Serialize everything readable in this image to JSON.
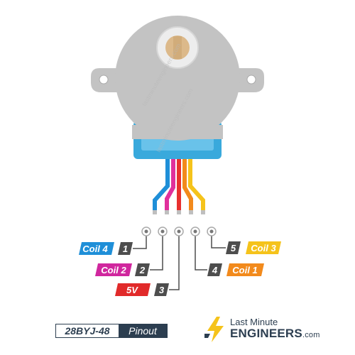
{
  "colors": {
    "motor_body": "#c3c3c3",
    "motor_shadow": "#a9a9a9",
    "shaft": "#dcb98a",
    "connector": "#39a9dc",
    "wire_blue": "#1f8fd8",
    "wire_pink": "#e0309c",
    "wire_red": "#e8302f",
    "wire_orange": "#f28a1c",
    "wire_yellow": "#f5c31b",
    "pin_box": "#4d4d4d",
    "dark": "#2c3e50"
  },
  "pins": [
    {
      "number": "1",
      "label": "Coil 4",
      "color": "#1f8fd8"
    },
    {
      "number": "2",
      "label": "Coil 2",
      "color": "#d0279e"
    },
    {
      "number": "3",
      "label": "5V",
      "color": "#e12a2a"
    },
    {
      "number": "4",
      "label": "Coil 1",
      "color": "#f28a1c"
    },
    {
      "number": "5",
      "label": "Coil 3",
      "color": "#f5c31b"
    }
  ],
  "watermark": "lastminuteengineers.com",
  "footer": {
    "model": "28BYJ-48",
    "pinout": "Pinout",
    "brand_line1": "Last Minute",
    "brand_line2": "ENGINEERS",
    "brand_domain": ".com",
    "bolt_icon": "lightning-bolt-icon"
  }
}
